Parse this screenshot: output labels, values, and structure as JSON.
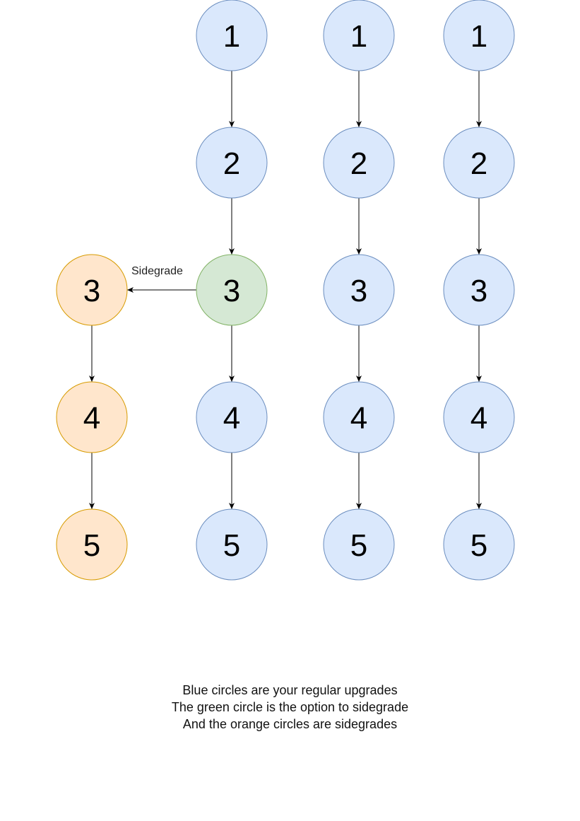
{
  "colors": {
    "blue": {
      "fill": "#dae8fc",
      "stroke": "#6c8ebf"
    },
    "green": {
      "fill": "#d5e8d4",
      "stroke": "#82b366"
    },
    "orange": {
      "fill": "#ffe6cc",
      "stroke": "#d79b00"
    },
    "edge": "#000000"
  },
  "columns": [
    {
      "id": "sidegrade",
      "nodes": [
        {
          "label": null,
          "color": null
        },
        {
          "label": null,
          "color": null
        },
        {
          "label": "3",
          "color": "orange"
        },
        {
          "label": "4",
          "color": "orange"
        },
        {
          "label": "5",
          "color": "orange"
        }
      ]
    },
    {
      "id": "path-a",
      "nodes": [
        {
          "label": "1",
          "color": "blue"
        },
        {
          "label": "2",
          "color": "blue"
        },
        {
          "label": "3",
          "color": "green"
        },
        {
          "label": "4",
          "color": "blue"
        },
        {
          "label": "5",
          "color": "blue"
        }
      ]
    },
    {
      "id": "path-b",
      "nodes": [
        {
          "label": "1",
          "color": "blue"
        },
        {
          "label": "2",
          "color": "blue"
        },
        {
          "label": "3",
          "color": "blue"
        },
        {
          "label": "4",
          "color": "blue"
        },
        {
          "label": "5",
          "color": "blue"
        }
      ]
    },
    {
      "id": "path-c",
      "nodes": [
        {
          "label": "1",
          "color": "blue"
        },
        {
          "label": "2",
          "color": "blue"
        },
        {
          "label": "3",
          "color": "blue"
        },
        {
          "label": "4",
          "color": "blue"
        },
        {
          "label": "5",
          "color": "blue"
        }
      ]
    }
  ],
  "side_edge": {
    "from": {
      "col": 1,
      "row": 2
    },
    "to": {
      "col": 0,
      "row": 2
    },
    "label": "Sidegrade"
  },
  "caption": [
    "Blue circles are your regular upgrades",
    "The green circle is the option to sidegrade",
    "And the orange circles are sidegrades"
  ]
}
